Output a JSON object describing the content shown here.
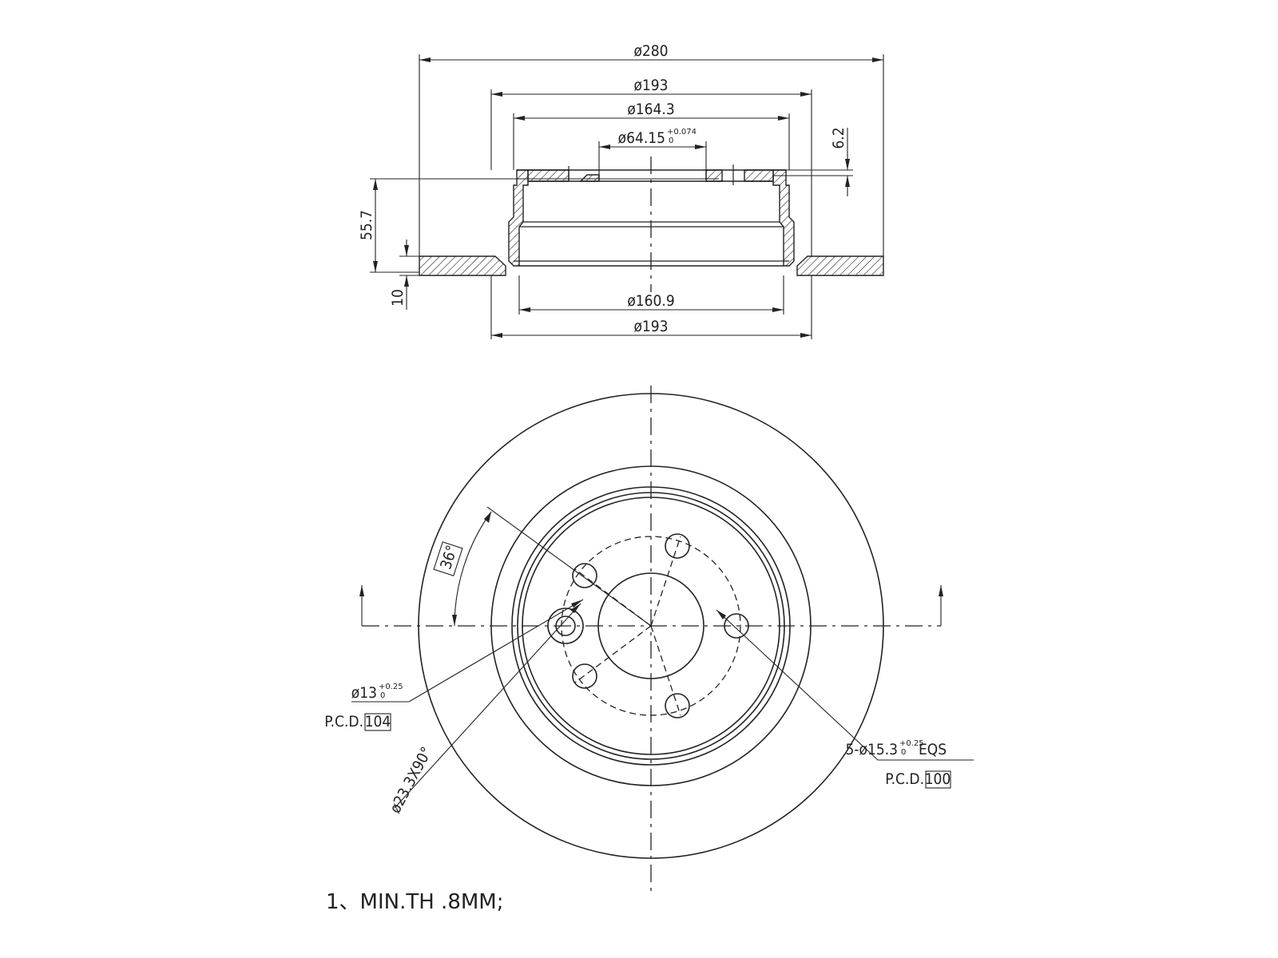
{
  "side_view": {
    "dims": {
      "outer": "ø280",
      "hat_outer_top": "ø193",
      "hat_inner_top": "ø164.3",
      "center_bore": "ø64.15",
      "center_bore_tol_upper": "+0.074",
      "center_bore_tol_lower": "0",
      "hat_thickness": "6.2",
      "height": "55.7",
      "disc_thickness": "10",
      "hat_inner_bottom": "ø160.9",
      "hat_outer_bottom": "ø193"
    }
  },
  "front_view": {
    "angle": "36°",
    "hole_small": "ø13",
    "hole_small_tol_upper": "+0.25",
    "hole_small_tol_lower": "0",
    "pcd_small_label": "P.C.D.",
    "pcd_small_value": "104",
    "chamfer": "ø23.3X90°",
    "bolt_holes": "5-ø15.3",
    "bolt_holes_tol_upper": "+0.25",
    "bolt_holes_tol_lower": "0",
    "bolt_holes_suffix": "EQS",
    "pcd_large_label": "P.C.D.",
    "pcd_large_value": "100"
  },
  "note": "1、MIN.TH .8MM;"
}
